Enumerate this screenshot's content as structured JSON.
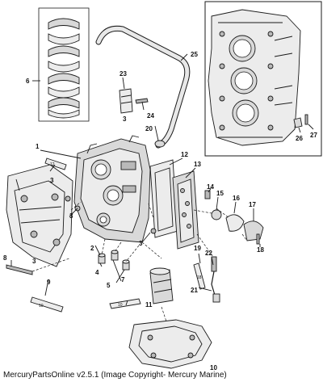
{
  "caption": "MercuryPartsOnline v2.5.1 (Image Copyright- Mercury Marine)",
  "callouts": [
    "1",
    "2",
    "3",
    "3",
    "3",
    "3",
    "3",
    "4",
    "5",
    "6",
    "7",
    "8",
    "9",
    "10",
    "11",
    "12",
    "13",
    "14",
    "15",
    "16",
    "17",
    "18",
    "19",
    "20",
    "21",
    "22",
    "23",
    "24",
    "25",
    "26",
    "27"
  ],
  "tube_labels": {
    "tube_a": "12",
    "tube_b": "10",
    "tube_c": "18",
    "tube_d": "10"
  }
}
